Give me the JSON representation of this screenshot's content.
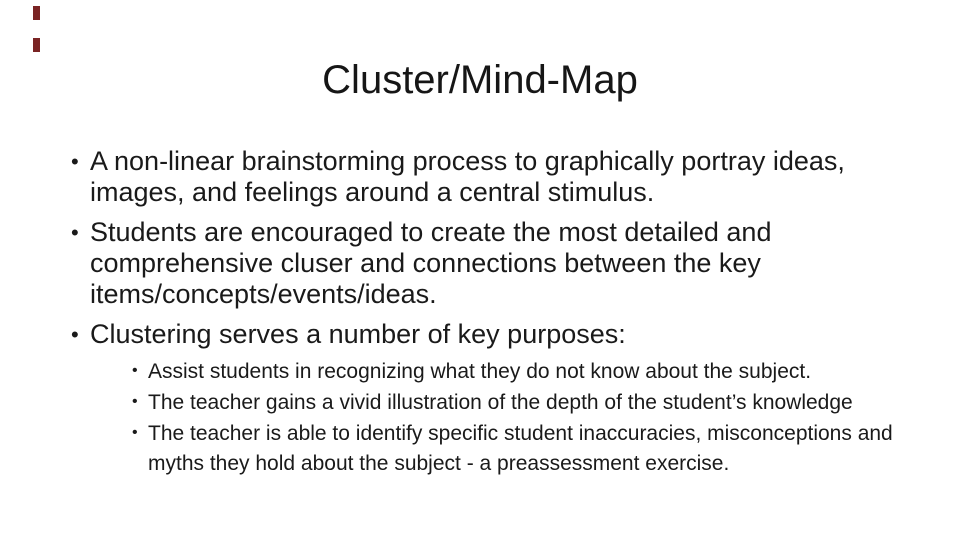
{
  "slide": {
    "title": "Cluster/Mind-Map",
    "bullet_char": "•",
    "background_color": "#ffffff",
    "text_color": "#1a1a1a",
    "accent_color": "#7a2424",
    "bullets": [
      {
        "level": 1,
        "text": "A non-linear brainstorming process to graphically portray ideas, images, and feelings around a central stimulus."
      },
      {
        "level": 1,
        "text": "Students are encouraged to create the most detailed and comprehensive cluser and connections between the key items/concepts/events/ideas."
      },
      {
        "level": 1,
        "text": "Clustering serves a number of key purposes:"
      }
    ],
    "sub_bullets": [
      {
        "level": 2,
        "text": "Assist students in recognizing what they do not know about the subject."
      },
      {
        "level": 2,
        "text": "The teacher gains a vivid illustration of the depth of the student’s knowledge"
      },
      {
        "level": 2,
        "text": "The teacher is able to identify specific student inaccuracies, misconceptions and myths they hold about the subject - a preassessment exercise."
      }
    ]
  }
}
